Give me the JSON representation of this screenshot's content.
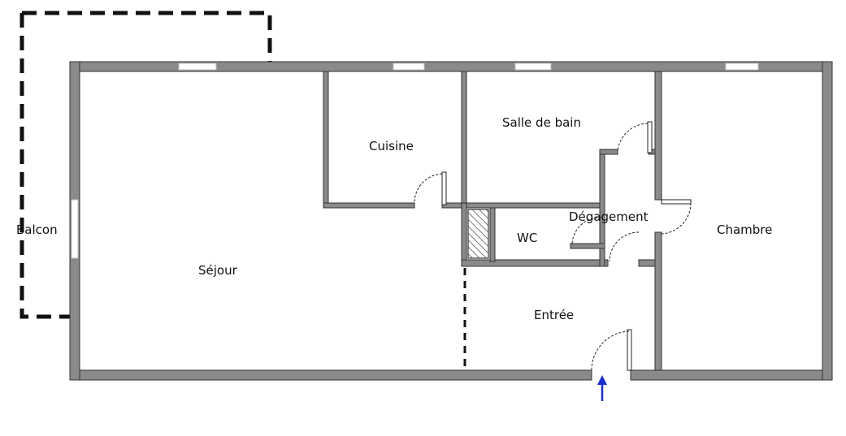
{
  "rooms": {
    "balcon": "Balcon",
    "sejour": "Séjour",
    "cuisine": "Cuisine",
    "salle_de_bain": "Salle de bain",
    "degagement": "Dégagement",
    "wc": "WC",
    "entree": "Entrée",
    "chambre": "Chambre"
  },
  "colors": {
    "wall": "#8a8a8a",
    "entrance_arrow": "#1a2fd0"
  },
  "icons": {
    "entrance": "up-arrow-icon",
    "duct": "hatched-duct-icon"
  }
}
